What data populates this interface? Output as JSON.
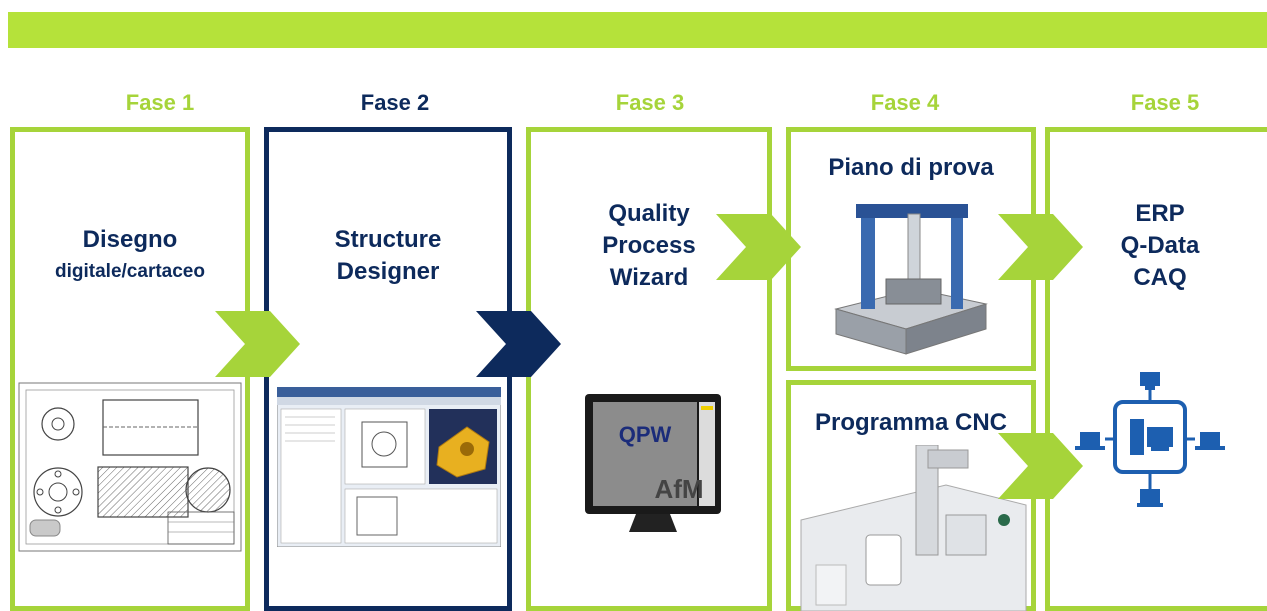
{
  "phases": [
    {
      "label": "Fase 1",
      "title_line1": "Disegno",
      "title_line2": "digitale/cartaceo"
    },
    {
      "label": "Fase 2",
      "title_line1": "Structure",
      "title_line2": "Designer"
    },
    {
      "label": "Fase 3",
      "title_line1": "Quality",
      "title_line2": "Process",
      "title_line3": "Wizard"
    },
    {
      "label": "Fase 4",
      "title_top": "Piano di prova",
      "title_bottom": "Programma CNC"
    },
    {
      "label": "Fase 5",
      "title_line1": "ERP",
      "title_line2": "Q-Data",
      "title_line3": "CAQ"
    }
  ],
  "monitor": {
    "brand": "QPW",
    "logo": "AfM"
  },
  "colors": {
    "accent_green": "#a6d43a",
    "bar_green": "#b5e23a",
    "navy": "#0d2a5c"
  }
}
